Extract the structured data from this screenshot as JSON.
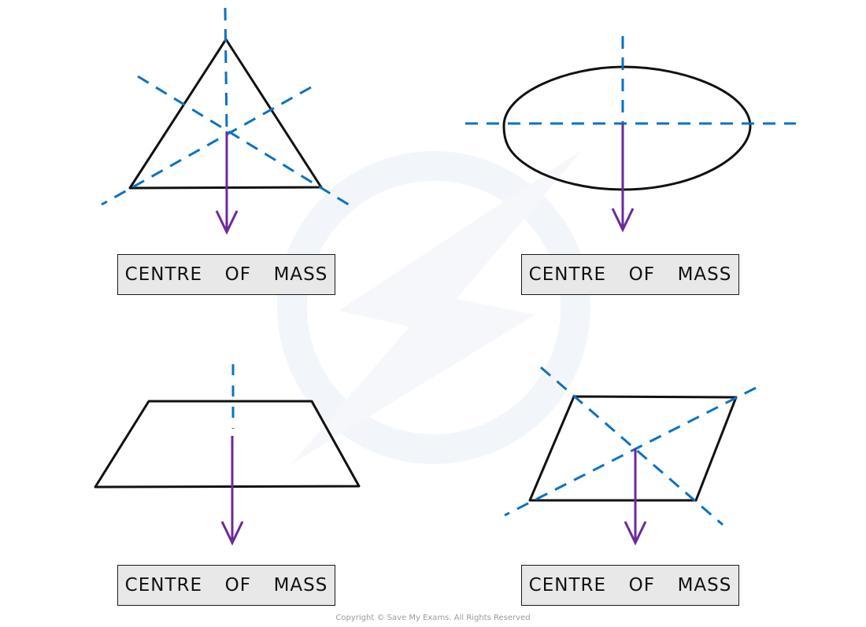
{
  "colors": {
    "shape_outline": "#111111",
    "symmetry_line": "#0a72c4",
    "arrow": "#6b2a9a",
    "label_fill": "#e8e8e8",
    "watermark": "#eef4fb"
  },
  "panels": [
    {
      "shape": "equilateral-triangle",
      "symmetry_lines": 3,
      "label": "CENTRE  OF  MASS"
    },
    {
      "shape": "ellipse",
      "symmetry_lines": 2,
      "label": "CENTRE  OF  MASS"
    },
    {
      "shape": "trapezium",
      "symmetry_lines": 1,
      "label": "CENTRE  OF  MASS"
    },
    {
      "shape": "parallelogram",
      "symmetry_lines": 2,
      "label": "CENTRE  OF  MASS"
    }
  ],
  "footer": {
    "copyright": "Copyright © Save My Exams. All Rights Reserved"
  }
}
